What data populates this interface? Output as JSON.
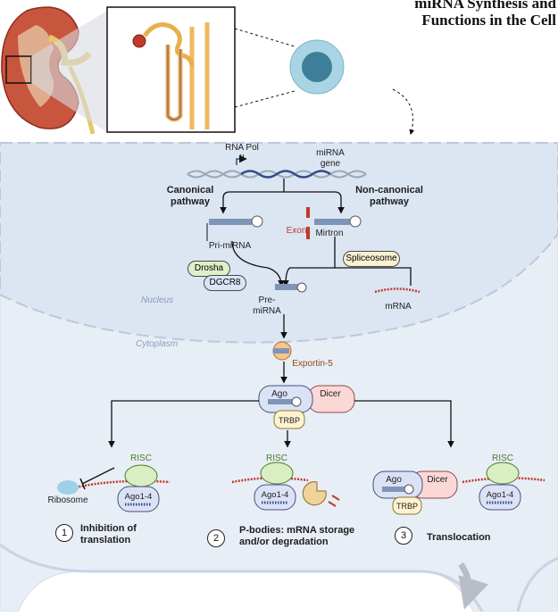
{
  "title_line1": "miRNA Synthesis and",
  "title_line2": "Functions in the Cell",
  "labels": {
    "rna_pol": "RNA Pol II",
    "mirna_gene": "miRNA gene",
    "canonical": "Canonical pathway",
    "noncanonical": "Non-canonical pathway",
    "exon": "Exon",
    "pri_mirna": "Pri-miRNA",
    "mirtron": "Mirtron",
    "drosha": "Drosha",
    "dgcr8": "DGCR8",
    "spliceosome": "Spliceosome",
    "nucleus": "Nucleus",
    "pre_mirna": "Pre-miRNA",
    "mrna": "mRNA",
    "cytoplasm": "Cytoplasm",
    "exportin": "Exportin-5",
    "ago": "Ago",
    "dicer": "Dicer",
    "trbp": "TRBP",
    "risc": "RISC",
    "ago14": "Ago1-4",
    "ribosome": "Ribosome"
  },
  "outcomes": [
    {
      "number": "1",
      "text": "Inhibition of translation"
    },
    {
      "number": "2",
      "text": "P-bodies: mRNA storage and/or degradation"
    },
    {
      "number": "3",
      "text": "Translocation"
    }
  ],
  "colors": {
    "cell": "#e8eef6",
    "drosha": "#dff0c9",
    "dgcr8": "#dbe4f5",
    "spliceosome": "#fbf1d2",
    "ago": "#dbe2f6",
    "dicer": "#fbd8d6",
    "trbp": "#fff3cf",
    "risc": "#d9eec3",
    "rna_red": "#c0392b",
    "exportin": "#f6c48e"
  }
}
